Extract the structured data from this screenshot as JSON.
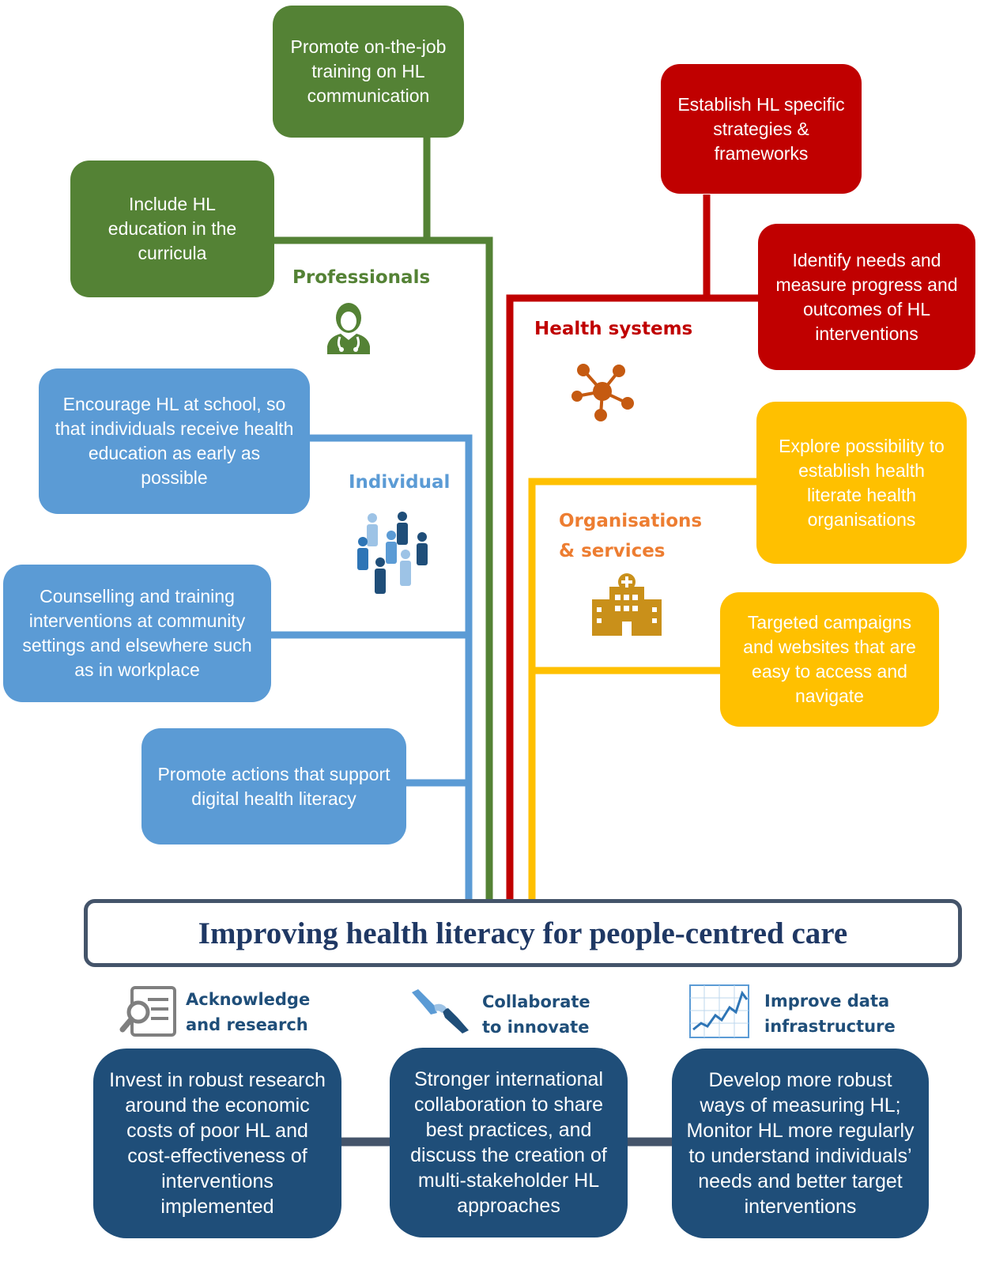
{
  "center_title": "Improving health literacy for people-centred care",
  "colors": {
    "professionals": "#548235",
    "health_systems": "#c00000",
    "individual": "#5b9bd5",
    "organisations": "#ffc000",
    "pillars": "#1f4e79",
    "center_border": "#44546a"
  },
  "categories": {
    "professionals": {
      "label": "Professionals",
      "icon": "doctor-icon",
      "boxes": [
        "Promote on-the-job\ntraining on HL\ncommunication",
        "Include HL\neducation in the\ncurricula"
      ]
    },
    "health_systems": {
      "label": "Health systems",
      "icon": "network-icon",
      "boxes": [
        "Establish HL specific\nstrategies &\nframeworks",
        "Identify needs and\nmeasure progress and\noutcomes of HL\ninterventions"
      ]
    },
    "individual": {
      "label": "Individual",
      "icon": "people-icon",
      "boxes": [
        "Encourage HL at school, so\nthat individuals receive health\neducation as early as\npossible",
        "Counselling and training\ninterventions at community\nsettings and elsewhere such\nas in workplace",
        "Promote actions that support\ndigital health literacy"
      ]
    },
    "organisations": {
      "label": "Organisations\n&  services",
      "icon": "hospital-icon",
      "boxes": [
        "Explore possibility to\nestablish health\nliterate health\norganisations",
        "Targeted campaigns\nand websites that are\neasy to access and\nnavigate"
      ]
    }
  },
  "pillars": [
    {
      "label": "Acknowledge\nand research",
      "icon": "research-document-icon",
      "text": "Invest in robust research\naround the economic\ncosts of poor HL and\ncost-effectiveness of\ninterventions\nimplemented"
    },
    {
      "label": "Collaborate\nto innovate",
      "icon": "handshake-icon",
      "text": "Stronger international\ncollaboration to  share\nbest practices, and\ndiscuss the creation of\nmulti-stakeholder HL\napproaches"
    },
    {
      "label": "Improve  data\ninfrastructure",
      "icon": "line-chart-icon",
      "text": "Develop more robust\nways of measuring HL;\nMonitor HL more regularly\nto understand individuals’\nneeds and better target\ninterventions"
    }
  ]
}
